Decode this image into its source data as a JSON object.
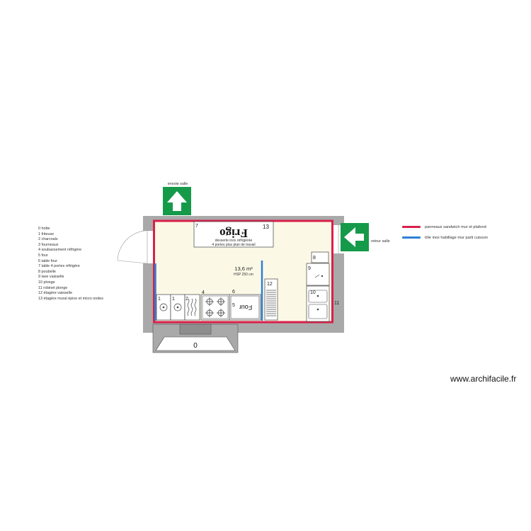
{
  "legend": {
    "items": [
      "0  hotte",
      "1  friteuse",
      "2  charcoals",
      "3  fourneaux",
      "4  soubassement réfrigère",
      "5  four",
      "6  table four",
      "7  table 4 portes réfrigère",
      "8  poubelle",
      "9  lave vaisselle",
      "10  plonge",
      "11  robinet plonge",
      "12  étagère vaisselle",
      "13  étagère mural épice et micro ondes"
    ]
  },
  "key": {
    "red_label": "panneaux sandwich mur et plafond",
    "blue_label": "tôle inox habillage mur parti cuisson",
    "red_color": "#d8204a",
    "blue_color": "#2f7fd6"
  },
  "room": {
    "area": "13,6 m²",
    "height": "HSP 250 cm",
    "floor_color": "#fbf9e6"
  },
  "labels": {
    "exit_top": "envoie salle",
    "exit_right": "retour salle",
    "fridge_title": "Frigo",
    "fridge_desc1": "desserte inox réfrigérée",
    "fridge_desc2": "4 portes plus plan de travail",
    "oven": "Four",
    "num_0": "0",
    "num_1a": "1",
    "num_1b": "1",
    "num_2": "2",
    "num_4": "4",
    "num_5": "5",
    "num_6": "6",
    "num_7": "7",
    "num_8": "8",
    "num_9": "9",
    "num_10": "10",
    "num_11": "11",
    "num_12": "12",
    "num_13": "13"
  },
  "icons": {
    "exit_top": "arrow-up-exit-icon",
    "exit_right": "arrow-left-exit-icon",
    "burner": "gas-burner-icon",
    "sink": "sink-icon"
  },
  "colors": {
    "exit_green": "#159a4a",
    "wall_grey": "#a9a9a9"
  },
  "watermark": "www.archifacile.fr"
}
